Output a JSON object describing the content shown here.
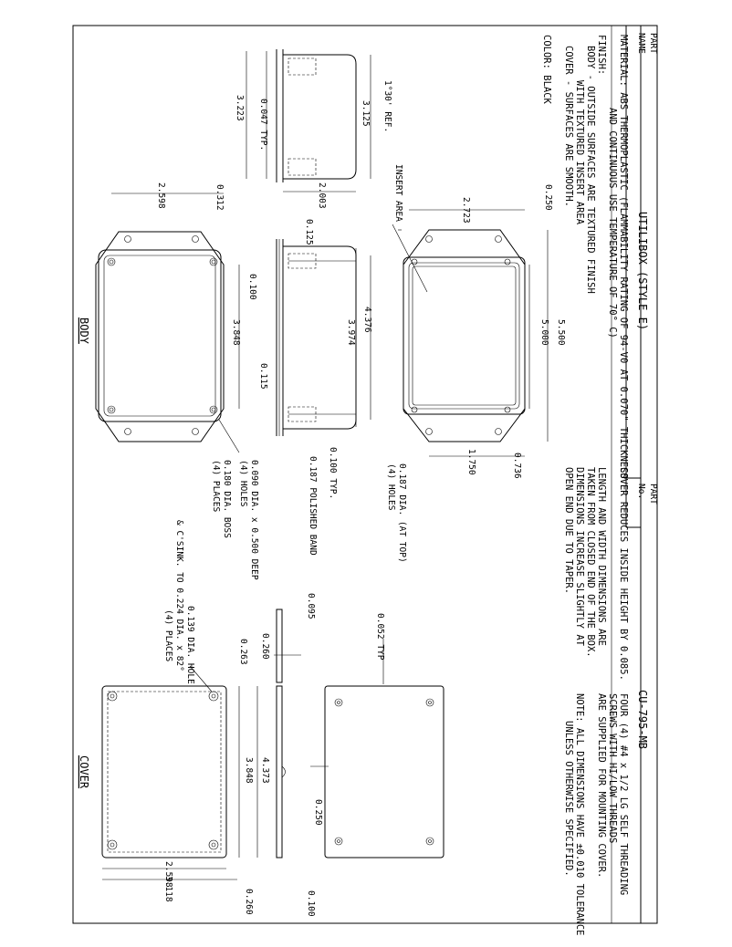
{
  "title_block": {
    "part_name_label1": "PART",
    "part_name_label2": "NAME",
    "part_name": "UTILIBOX (STYLE E)",
    "part_no_label1": "PART",
    "part_no_label2": "No.",
    "part_no": "CU-795-MB"
  },
  "material_notes": [
    "MATERIAL: ABS THERMOPLASTIC (FLAMMABILITY RATING OF 94-V0 AT 0.070\" THICKNESS",
    "AND CONTINUOUS USE TEMPERATURE OF 70° C)",
    "FINISH:",
    "BODY - OUTSIDE SURFACES ARE TEXTURED FINISH",
    "WITH TEXTURED INSERT AREA",
    "COVER - SURFACES ARE SMOOTH.",
    "COLOR: BLACK"
  ],
  "cover_notes": [
    "COVER REDUCES INSIDE HEIGHT BY 0.085.",
    "LENGTH AND WIDTH DIMENSIONS ARE",
    "TAKEN FROM CLOSED END OF THE BOX.",
    "DIMENSIONS INCREASE SLIGHTLY AT",
    "OPEN END DUE TO TAPER."
  ],
  "screw_notes": [
    "FOUR (4) #4 x 1/2 LG SELF THREADING",
    "SCREWS WITH HI/LOW THREADS",
    "ARE SUPPLIED FOR MOUNTING COVER."
  ],
  "tolerance_notes": [
    "NOTE: ALL DIMENSIONS HAVE ±0.010 TOLERANCE",
    "UNLESS OTHERWISE SPECIFIED."
  ],
  "view_labels": {
    "body": "BODY",
    "cover": "COVER"
  },
  "callouts": {
    "insert_area": "INSERT AREA",
    "holes_1": "0.187 DIA. (AT TOP)",
    "holes_2": "(4) HOLES",
    "polished_band": "0.187 POLISHED BAND",
    "typ_0100": "0.100 TYP.",
    "dia_0090_1": "0.090 DIA. x 0.500 DEEP",
    "dia_0090_2": "(4) HOLES",
    "boss_1": "0.180 DIA. BOSS",
    "boss_2": "(4) PLACES",
    "csink_1": "0.139 DIA. HOLE",
    "csink_2": "& C'SINK. TO 0.224 DIA. x 82°",
    "csink_3": "(4) PLACES",
    "typ_0052": "0.052 TYP"
  },
  "dimensions": {
    "d_3223": "3.223",
    "d_0047": "0.047 TYP.",
    "d_3125": "3.125",
    "d_ref": "1°30' REF.",
    "d_2003": "2.003",
    "d_0250": "0.250",
    "d_2723": "2.723",
    "d_2598": "2.598",
    "d_0312": "0.312",
    "d_0125": "0.125",
    "d_0100": "0.100",
    "d_3848": "3.848",
    "d_0115": "0.115",
    "d_4376": "4.376",
    "d_3974": "3.974",
    "d_5500": "5.500",
    "d_5000": "5.000",
    "d_1750": "1.750",
    "d_0736": "0.736",
    "d_0095": "0.095",
    "d_0260a": "0.260",
    "d_0263": "0.263",
    "c_4373": "4.373",
    "c_3848": "3.848",
    "c_0250": "0.250",
    "c_2598": "2.598",
    "c_3118": "3.118",
    "c_0260": "0.260",
    "c_0100": "0.100"
  }
}
